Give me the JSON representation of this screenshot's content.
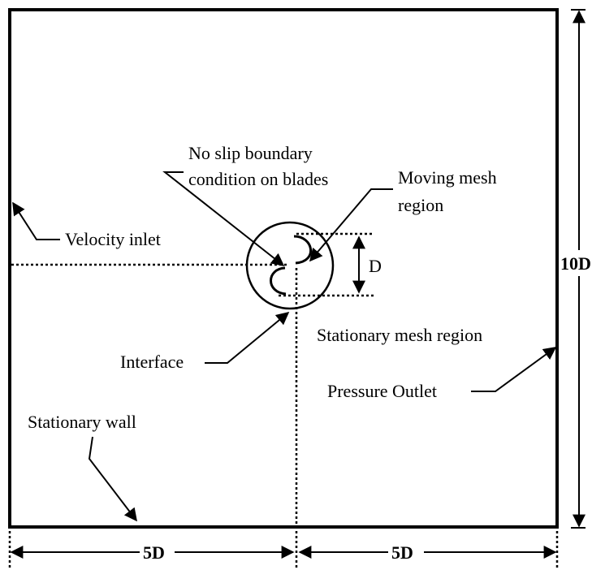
{
  "labels": {
    "no_slip_line1": "No slip boundary",
    "no_slip_line2": "condition on blades",
    "moving_mesh_line1": "Moving mesh",
    "moving_mesh_line2": "region",
    "velocity_inlet": "Velocity inlet",
    "rotor_diameter": "D",
    "domain_height": "10D",
    "stationary_mesh": "Stationary mesh region",
    "interface": "Interface",
    "pressure_outlet": "Pressure Outlet",
    "stationary_wall": "Stationary wall",
    "width_left": "5D",
    "width_right": "5D"
  }
}
